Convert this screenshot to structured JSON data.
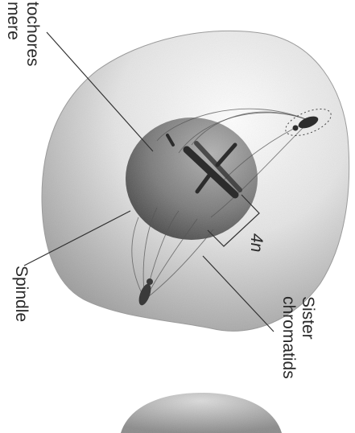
{
  "labels": {
    "centromere_top": "mere",
    "kinetochores_top": "tochores",
    "spindle": "Spindle",
    "sister": "Sister",
    "chromatids": "chromatids",
    "ploidy": "4n"
  },
  "colors": {
    "cell_light": "#f2f2f2",
    "cell_dark": "#9e9e9e",
    "nucleus_light": "#9a9a9a",
    "nucleus_dark": "#3c3c3c",
    "ink": "#2a2a2a"
  }
}
